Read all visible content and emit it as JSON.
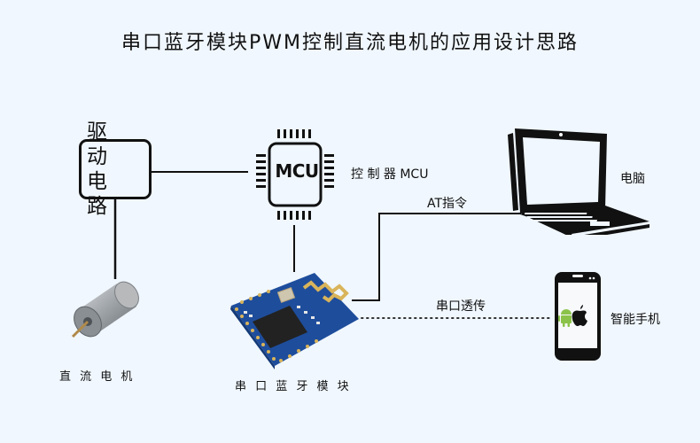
{
  "title": "串口蓝牙模块PWM控制直流电机的应用设计思路",
  "colors": {
    "background": "#f0f7fe",
    "line": "#111111",
    "pcb_blue": "#1e4d9c",
    "antenna_gold": "#d9b45a",
    "android_green": "#8bc34a"
  },
  "nodes": {
    "driver": {
      "line1": "驱 动",
      "line2": "电 路"
    },
    "mcu": {
      "chip_text": "MCU",
      "label": "控 制 器 MCU"
    },
    "laptop": {
      "label": "电脑",
      "icon": "laptop-icon"
    },
    "phone": {
      "label": "智能手机",
      "icons": [
        "android-icon",
        "apple-icon"
      ]
    },
    "bluetooth_module": {
      "label": "串 口 蓝 牙 模 块"
    },
    "motor": {
      "label": "直 流 电 机"
    }
  },
  "edges": {
    "at_command": "AT指令",
    "serial_passthrough": "串口透传"
  }
}
